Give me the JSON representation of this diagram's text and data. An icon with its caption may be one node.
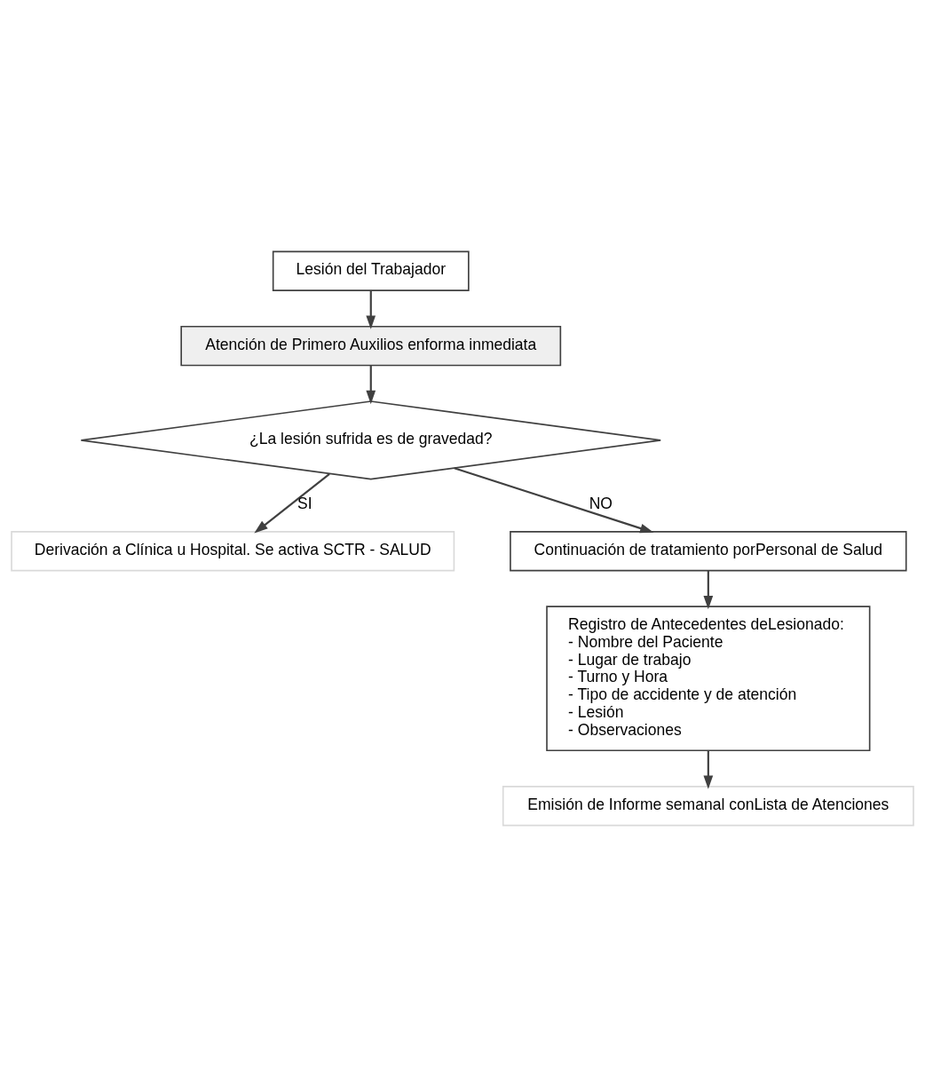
{
  "diagram": {
    "nodes": [
      {
        "text": [
          "Lesión del Trabajador"
        ]
      },
      {
        "text": [
          "Atención de Primero Auxilios enforma inmediata"
        ]
      },
      {
        "text": [
          "¿La lesión sufrida es de gravedad?"
        ]
      },
      {
        "text": [
          "Derivación a Clínica u Hospital. Se activa SCTR - SALUD"
        ]
      },
      {
        "text": [
          "Continuación de tratamiento porPersonal de Salud"
        ]
      },
      {
        "text": [
          "Registro de Antecedentes deLesionado:",
          "- Nombre del Paciente",
          "- Lugar de trabajo",
          "- Turno y Hora",
          "- Tipo de accidente y de atención",
          "- Lesión",
          "- Observaciones"
        ]
      },
      {
        "text": [
          "Emisión de Informe semanal conLista de Atenciones"
        ]
      }
    ],
    "edges": [
      {
        "from": 0,
        "to": 1,
        "arrow": "to"
      },
      {
        "from": 1,
        "to": 2,
        "arrow": "to"
      },
      {
        "from": 2,
        "to": 3,
        "arrow": "to",
        "label": "SI"
      },
      {
        "from": 2,
        "to": 4,
        "arrow": "to",
        "label": "NO"
      },
      {
        "from": 4,
        "to": 5,
        "arrow": "to"
      },
      {
        "from": 5,
        "to": 6,
        "arrow": "to"
      }
    ]
  }
}
